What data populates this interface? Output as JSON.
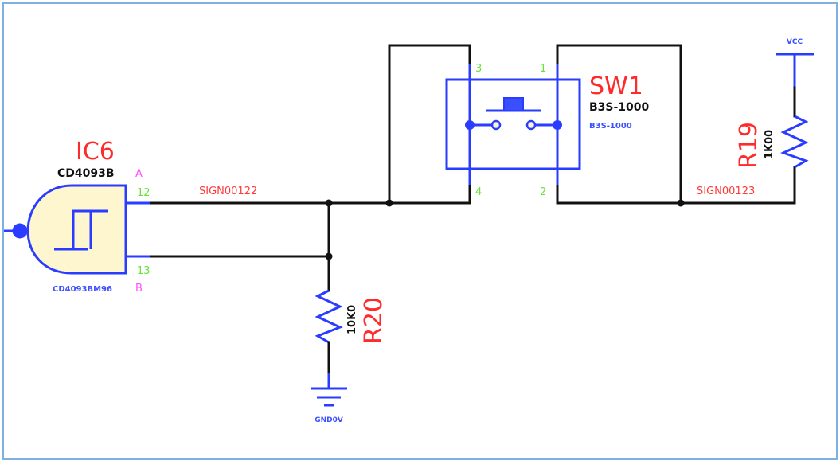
{
  "schematic": {
    "colors": {
      "frame": "#7fb0e2",
      "wire": "#111111",
      "symbol": "#2a3cff",
      "gate_fill": "#fdf6cf",
      "refdes": "#ff2a2a",
      "pin_number": "#66e23a",
      "gate_pin": "#ff4cff",
      "net_label": "#ff3a3a"
    },
    "ic6": {
      "refdes": "IC6",
      "value": "CD4093B",
      "part_number": "CD4093BM96",
      "gate_a_label": "A",
      "gate_b_label": "B",
      "pin_in_1": "12",
      "pin_in_2": "13",
      "symbol": "schmitt-trigger-nand-gate"
    },
    "sw1": {
      "refdes": "SW1",
      "value": "B3S-1000",
      "part_number": "B3S-1000",
      "pins": {
        "p1": "1",
        "p2": "2",
        "p3": "3",
        "p4": "4"
      },
      "symbol": "pushbutton-switch"
    },
    "r19": {
      "refdes": "R19",
      "value": "1K00"
    },
    "r20": {
      "refdes": "R20",
      "value": "10K0"
    },
    "nets": {
      "left": "SIGN00122",
      "right": "SIGN00123"
    },
    "power": {
      "vcc": "VCC",
      "gnd": "GND0V"
    }
  }
}
